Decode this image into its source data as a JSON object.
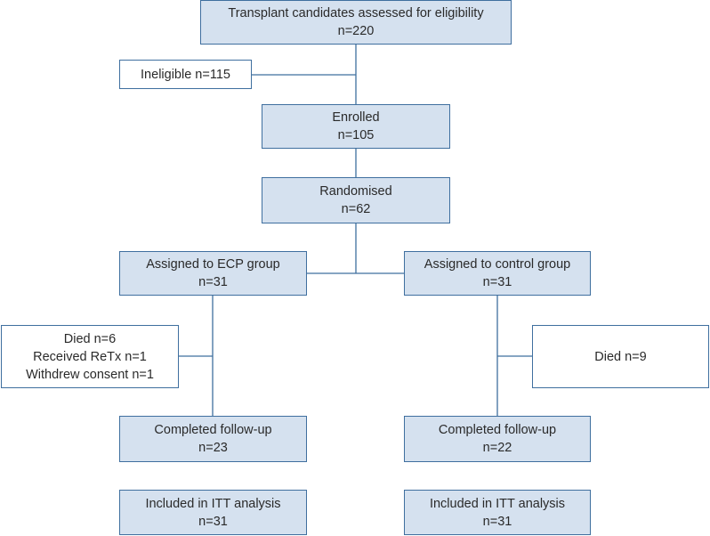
{
  "screening": {
    "line1": "Transplant candidates assessed for eligibility",
    "line2": "n=220"
  },
  "ineligible": {
    "line1": "Ineligible n=115"
  },
  "enrolled": {
    "line1": "Enrolled",
    "line2": "n=105"
  },
  "randomised": {
    "line1": "Randomised",
    "line2": "n=62"
  },
  "ecp_group": {
    "line1": "Assigned to ECP group",
    "line2": "n=31"
  },
  "control_group": {
    "line1": "Assigned to control group",
    "line2": "n=31"
  },
  "ecp_exclusions": {
    "line1": "Died n=6",
    "line2": "Received ReTx n=1",
    "line3": "Withdrew consent n=1"
  },
  "control_exclusions": {
    "line1": "Died n=9"
  },
  "ecp_followup": {
    "line1": "Completed follow-up",
    "line2": "n=23"
  },
  "control_followup": {
    "line1": "Completed follow-up",
    "line2": "n=22"
  },
  "ecp_itt": {
    "line1": "Included in ITT analysis",
    "line2": "n=31"
  },
  "control_itt": {
    "line1": "Included in ITT analysis",
    "line2": "n=31"
  },
  "colors": {
    "box_fill": "#d5e1ef",
    "border": "#3f6f9f",
    "side_fill": "#ffffff"
  }
}
